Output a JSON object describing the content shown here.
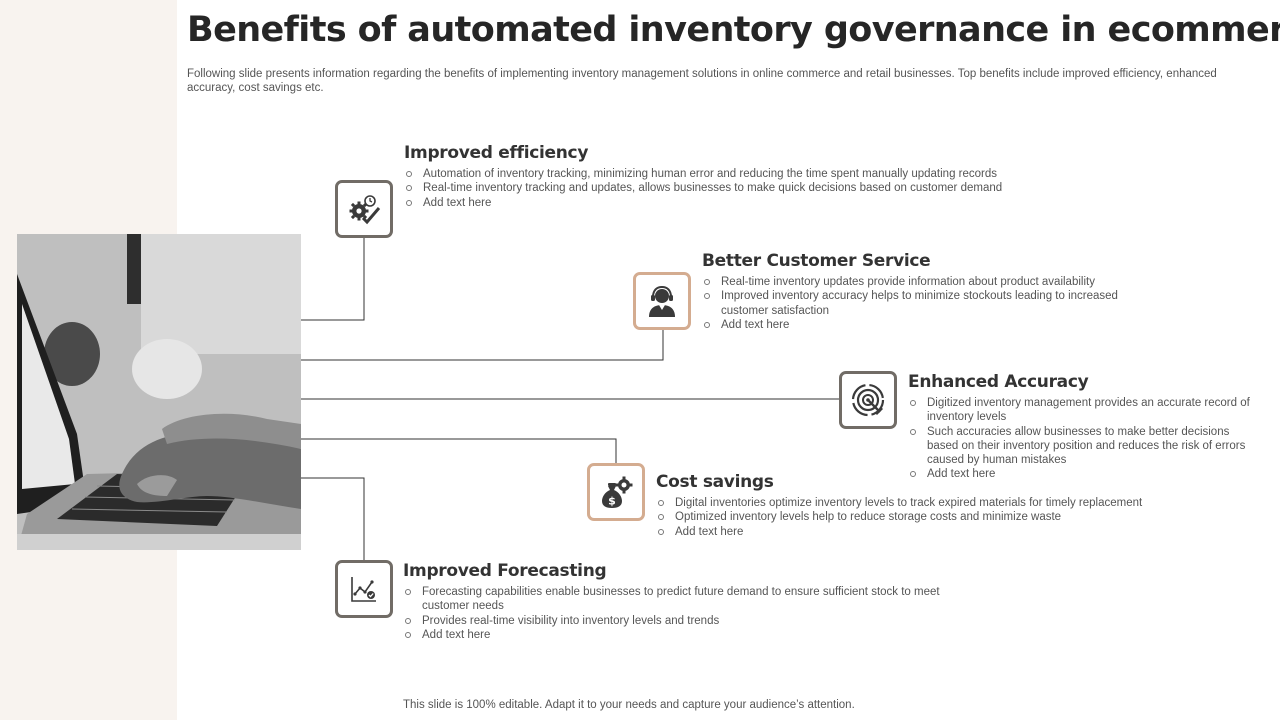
{
  "slide": {
    "title": "Benefits of automated inventory governance in ecommerce",
    "subtitle": "Following slide presents information regarding the benefits of implementing inventory management solutions in online commerce and retail businesses. Top benefits include improved efficiency, enhanced accuracy, cost savings etc.",
    "footer": "This slide is 100% editable. Adapt it to your needs and capture your audience’s attention."
  },
  "benefits": [
    {
      "title": "Improved efficiency",
      "icon": "gear-checkmark-icon",
      "bullets": [
        "Automation of inventory tracking, minimizing human error and reducing the time spent manually updating records",
        "Real-time inventory tracking and updates, allows businesses to make quick decisions based on customer demand",
        "Add text here"
      ]
    },
    {
      "title": "Better Customer Service",
      "icon": "customer-support-icon",
      "bullets": [
        "Real-time inventory updates provide information about product availability",
        "Improved inventory accuracy helps to minimize stockouts leading to increased customer satisfaction",
        "Add text here"
      ]
    },
    {
      "title": "Enhanced Accuracy",
      "icon": "target-icon",
      "bullets": [
        "Digitized inventory management provides an accurate record of inventory levels",
        "Such accuracies allow businesses to make better decisions based on their inventory position and reduces the risk of errors caused by human mistakes",
        "Add text here"
      ]
    },
    {
      "title": "Cost savings",
      "icon": "money-bag-gear-icon",
      "bullets": [
        "Digital inventories optimize inventory levels to track expired materials for timely replacement",
        "Optimized inventory levels help to reduce storage costs and minimize waste",
        "Add text here"
      ]
    },
    {
      "title": "Improved Forecasting",
      "icon": "chart-forecast-icon",
      "bullets": [
        "Forecasting capabilities enable businesses to predict future demand to ensure sufficient stock to meet customer needs",
        "Provides real-time visibility into inventory levels and trends",
        "Add text here"
      ]
    }
  ],
  "colors": {
    "side_panel": "#f8f3ef",
    "icon_border_dark": "#716c66",
    "icon_border_tan": "#d4ac90",
    "icon_fill": "#3a3a3a",
    "connector": "#333333"
  }
}
